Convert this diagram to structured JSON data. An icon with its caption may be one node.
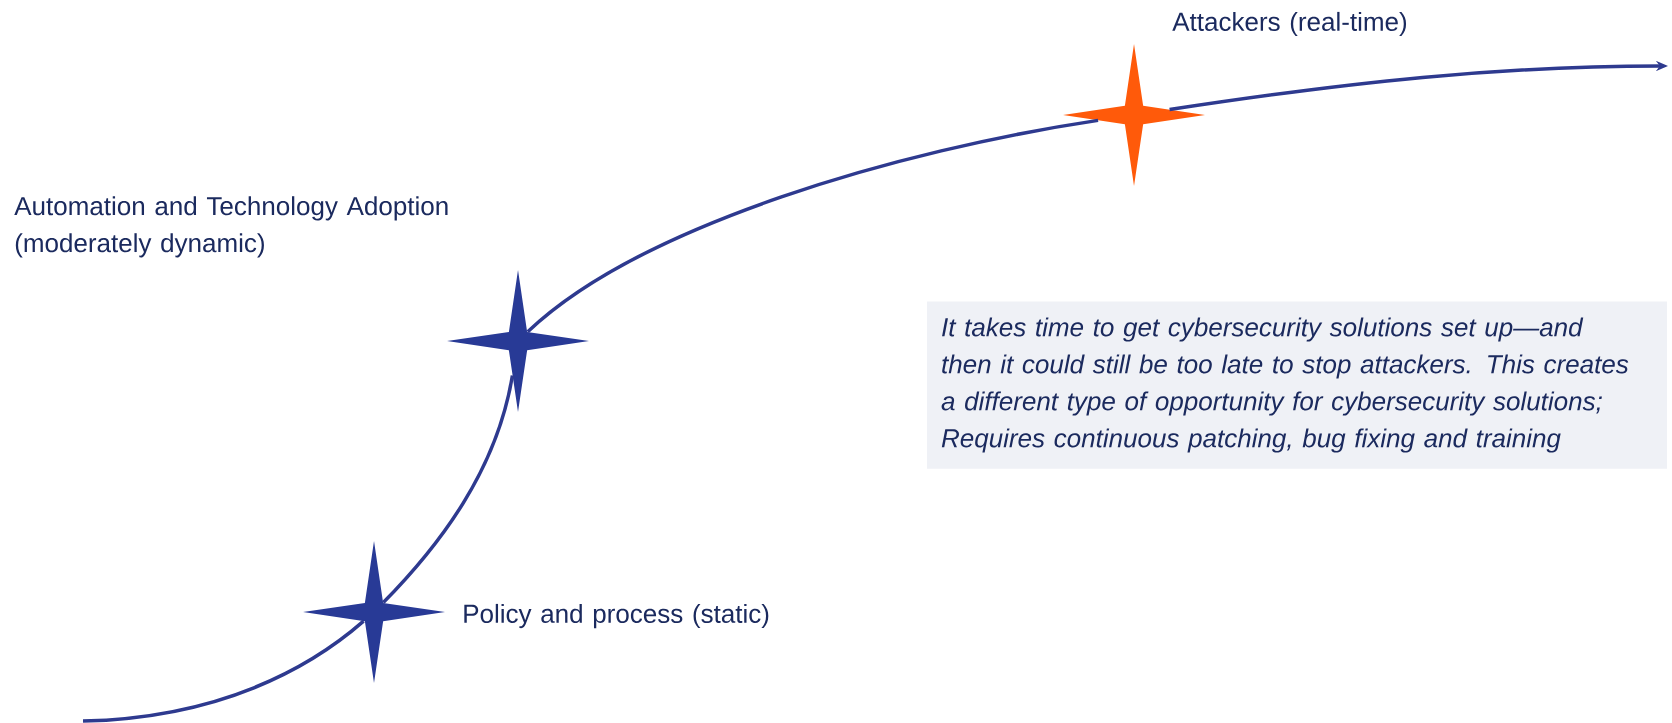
{
  "diagram": {
    "nodes": [
      {
        "text": [],
        "shape": "star",
        "beside": [
          "Policy and process (static)"
        ]
      },
      {
        "text": [],
        "shape": "star",
        "beside": [
          "Automation and Technology Adoption (moderately dynamic)"
        ]
      },
      {
        "text": [],
        "shape": "star",
        "beside": [
          "Attackers (real-time)"
        ]
      },
      {
        "text": [
          "It takes time to get cybersecurity solutions set up—and then it could still be too late to stop attackers. This creates a different type of opportunity for cybersecurity solutions; Requires continuous patching, bug fixing and training"
        ]
      }
    ],
    "edges": [
      {
        "from": null,
        "to": 0,
        "arrow": "none"
      },
      {
        "from": 0,
        "to": 1,
        "arrow": "none"
      },
      {
        "from": 1,
        "to": 2,
        "arrow": "none"
      },
      {
        "from": 2,
        "to": null,
        "arrow": "to"
      }
    ]
  }
}
